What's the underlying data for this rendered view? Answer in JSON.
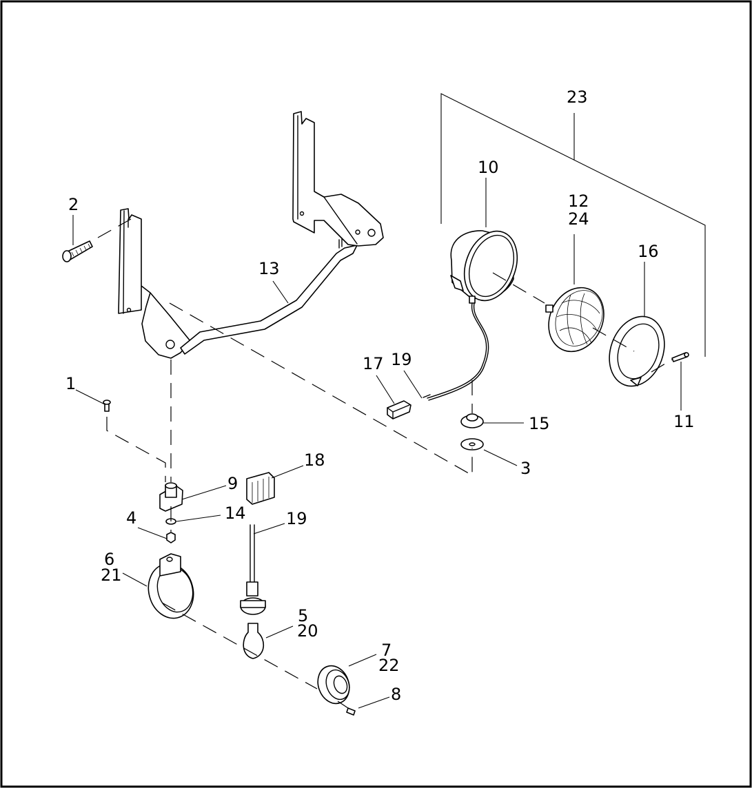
{
  "callouts": [
    {
      "id": "c1",
      "text": "1"
    },
    {
      "id": "c2",
      "text": "2"
    },
    {
      "id": "c3",
      "text": "3"
    },
    {
      "id": "c4",
      "text": "4"
    },
    {
      "id": "c5",
      "text": "5"
    },
    {
      "id": "c20",
      "text": "20"
    },
    {
      "id": "c6",
      "text": "6"
    },
    {
      "id": "c21",
      "text": "21"
    },
    {
      "id": "c7",
      "text": "7"
    },
    {
      "id": "c22",
      "text": "22"
    },
    {
      "id": "c8",
      "text": "8"
    },
    {
      "id": "c9",
      "text": "9"
    },
    {
      "id": "c10",
      "text": "10"
    },
    {
      "id": "c11",
      "text": "11"
    },
    {
      "id": "c12",
      "text": "12"
    },
    {
      "id": "c24",
      "text": "24"
    },
    {
      "id": "c13",
      "text": "13"
    },
    {
      "id": "c14",
      "text": "14"
    },
    {
      "id": "c15",
      "text": "15"
    },
    {
      "id": "c16",
      "text": "16"
    },
    {
      "id": "c17",
      "text": "17"
    },
    {
      "id": "c18",
      "text": "18"
    },
    {
      "id": "c19a",
      "text": "19"
    },
    {
      "id": "c19b",
      "text": "19"
    },
    {
      "id": "c23",
      "text": "23"
    }
  ]
}
